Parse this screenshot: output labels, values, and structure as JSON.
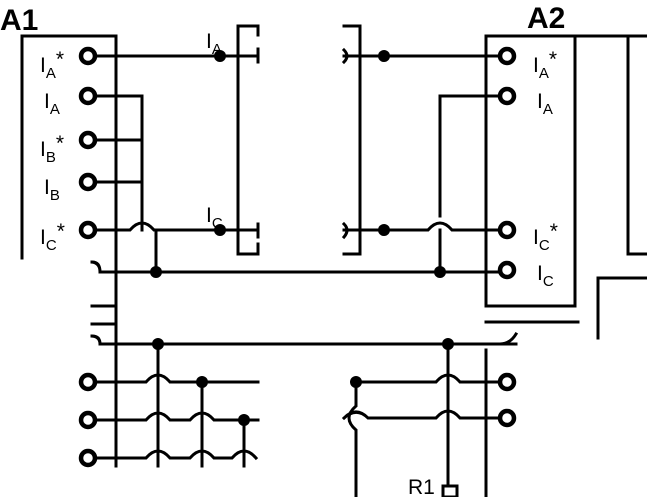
{
  "diagram": {
    "colors": {
      "line": "#000000",
      "background": "#ffffff"
    },
    "devices": [
      {
        "id": "A1",
        "label": "A1"
      },
      {
        "id": "A2",
        "label": "A2"
      },
      {
        "id": "R1",
        "label": "R1"
      }
    ],
    "a1_terminals": [
      {
        "base": "I",
        "sub": "A",
        "mark": "*"
      },
      {
        "base": "I",
        "sub": "A",
        "mark": ""
      },
      {
        "base": "I",
        "sub": "B",
        "mark": "*"
      },
      {
        "base": "I",
        "sub": "B",
        "mark": ""
      },
      {
        "base": "I",
        "sub": "C",
        "mark": "*"
      }
    ],
    "a2_terminals": [
      {
        "base": "I",
        "sub": "A",
        "mark": "*"
      },
      {
        "base": "I",
        "sub": "A",
        "mark": ""
      },
      {
        "base": "I",
        "sub": "C",
        "mark": "*"
      },
      {
        "base": "I",
        "sub": "C",
        "mark": ""
      }
    ],
    "ct_labels": [
      {
        "base": "I",
        "sub": "A"
      },
      {
        "base": "I",
        "sub": "C"
      }
    ]
  }
}
